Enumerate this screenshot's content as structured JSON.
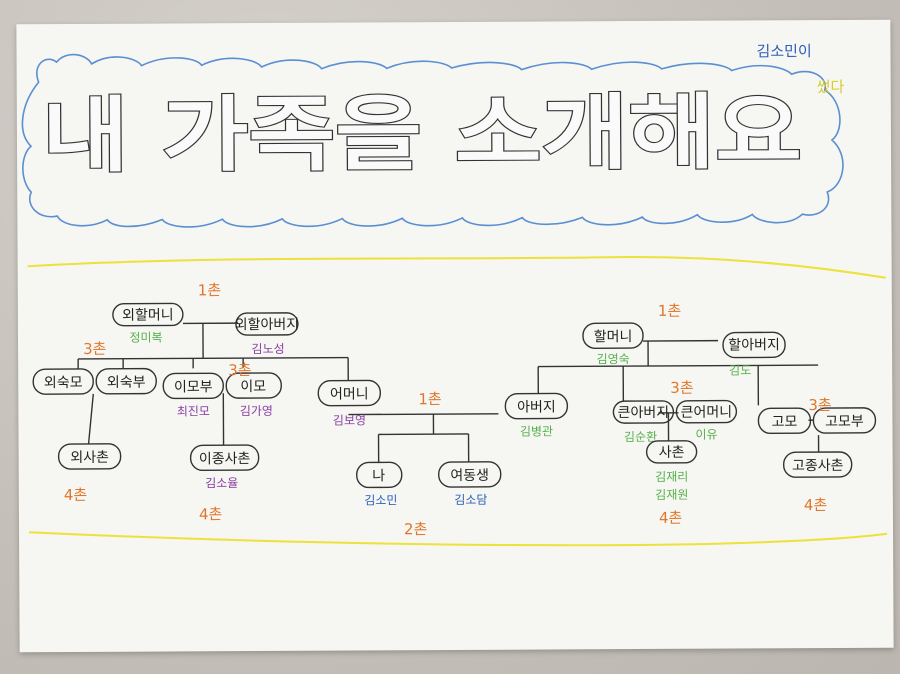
{
  "title": "내 가족을 소개해요",
  "signature": {
    "name": "김소민이",
    "wrote": "썼다"
  },
  "colors": {
    "chon": "#e0762a",
    "name_purple": "#8a3fa3",
    "name_green": "#55b04a",
    "name_blue": "#2d5fb8",
    "cloud": "#5a8fd1",
    "band": "#ece23a",
    "ink": "#222222"
  },
  "nodes": {
    "maternal_grandmother": {
      "label": "외할머니",
      "name": "정미복"
    },
    "maternal_grandfather": {
      "label": "외할아버지",
      "name": "김노성"
    },
    "maternal_uncle": {
      "label": "외숙모"
    },
    "maternal_uncle_husband": {
      "label": "외숙부"
    },
    "imobu": {
      "label": "이모부",
      "name": "최진모"
    },
    "imo": {
      "label": "이모",
      "name": "김가영"
    },
    "mother": {
      "label": "어머니",
      "name": "김보영"
    },
    "cousin_maternal": {
      "label": "외사촌"
    },
    "cousin_imo": {
      "label": "이종사촌",
      "name": "김소율"
    },
    "me": {
      "label": "나",
      "name": "김소민"
    },
    "sister": {
      "label": "여동생",
      "name": "김소담"
    },
    "father": {
      "label": "아버지",
      "name": "김병관"
    },
    "grandmother": {
      "label": "할머니",
      "name": "김영숙"
    },
    "grandfather": {
      "label": "할아버지",
      "name": "김도"
    },
    "big_father": {
      "label": "큰아버지",
      "name": "김순환"
    },
    "big_mother": {
      "label": "큰어머니",
      "name": "이유"
    },
    "cousin": {
      "label": "사촌",
      "names": [
        "김재리",
        "김재원"
      ]
    },
    "aunt": {
      "label": "고모"
    },
    "aunt_husband": {
      "label": "고모부"
    },
    "cousin_aunt": {
      "label": "고종사촌"
    }
  },
  "chon": {
    "maternal_grandparents": "1촌",
    "maternal_uncles": "3촌",
    "imo": "3촌",
    "parents": "1촌",
    "paternal_grandparents": "1촌",
    "big_parents": "3촌",
    "aunt": "3촌",
    "cousin_maternal": "4촌",
    "cousin_imo": "4촌",
    "siblings": "2촌",
    "cousin": "4촌",
    "cousin_aunt": "4촌"
  }
}
